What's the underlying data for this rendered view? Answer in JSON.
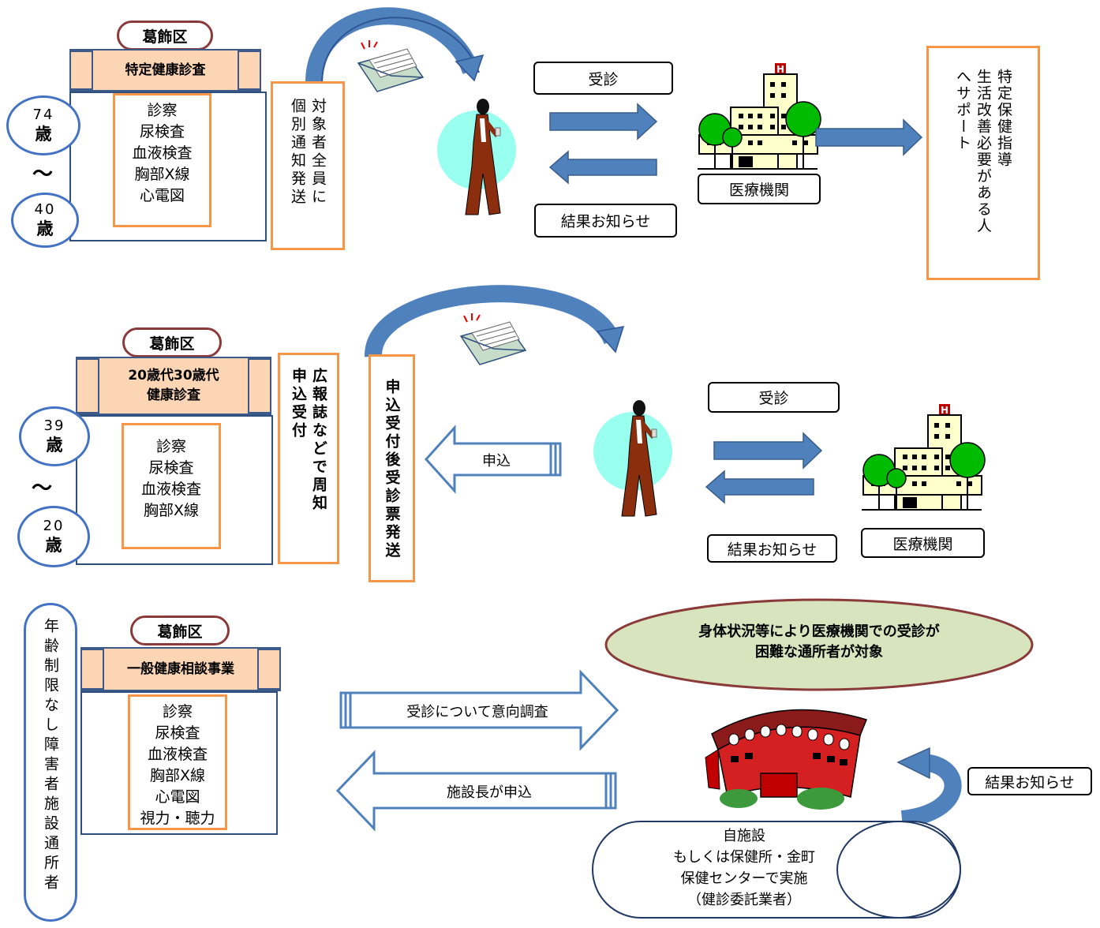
{
  "sections": [
    {
      "org": "葛飾区",
      "title": "特定健康診査",
      "age_top": {
        "num": "74",
        "unit": "歳"
      },
      "age_bottom": {
        "num": "40",
        "unit": "歳"
      },
      "tilde": "～",
      "items": [
        "診察",
        "尿検査",
        "血液検査",
        "胸部X線",
        "心電図"
      ],
      "notice": [
        "対象者全員に",
        "個別通知発送"
      ],
      "consult": "受診",
      "result": "結果お知らせ",
      "institution": "医療機関",
      "guidance": [
        "特定保健指導",
        "生活改善必要がある人",
        "へサポート"
      ]
    },
    {
      "org": "葛飾区",
      "title": [
        "20歳代30歳代",
        "健康診査"
      ],
      "age_top": {
        "num": "39",
        "unit": "歳"
      },
      "age_bottom": {
        "num": "20",
        "unit": "歳"
      },
      "tilde": "～",
      "items": [
        "診察",
        "尿検査",
        "血液検査",
        "胸部X線"
      ],
      "notice": [
        "広報誌などで周知",
        "申込受付"
      ],
      "after": "申込受付後受診票発送",
      "apply": "申込",
      "consult": "受診",
      "result": "結果お知らせ",
      "institution": "医療機関"
    },
    {
      "org": "葛飾区",
      "title": "一般健康相談事業",
      "side": "年齢制限なし障害者施設通所者",
      "items": [
        "診察",
        "尿検査",
        "血液検査",
        "胸部X線",
        "心電図",
        "視力・聴力"
      ],
      "survey": "受診について意向調査",
      "director_apply": "施設長が申込",
      "target": [
        "身体状況等により医療機関での受診が",
        "困難な通所者が対象"
      ],
      "result": "結果お知らせ",
      "venue": [
        "自施設",
        "もしくは保健所・金町",
        "保健センターで実施",
        "（健診委託業者）"
      ]
    }
  ],
  "colors": {
    "arrow_fill": "#4f81bd",
    "arrow_dark": "#385d8a",
    "header_fill": "#fcd5b4",
    "orange_border": "#f79646",
    "pill_border": "#8b3a3a",
    "ellipse_fill": "#d7e4bd",
    "person_circle": "#99ffee",
    "tree_green": "#00bb00",
    "building_yellow": "#ffffcc",
    "hospital_red": "#c00000"
  }
}
